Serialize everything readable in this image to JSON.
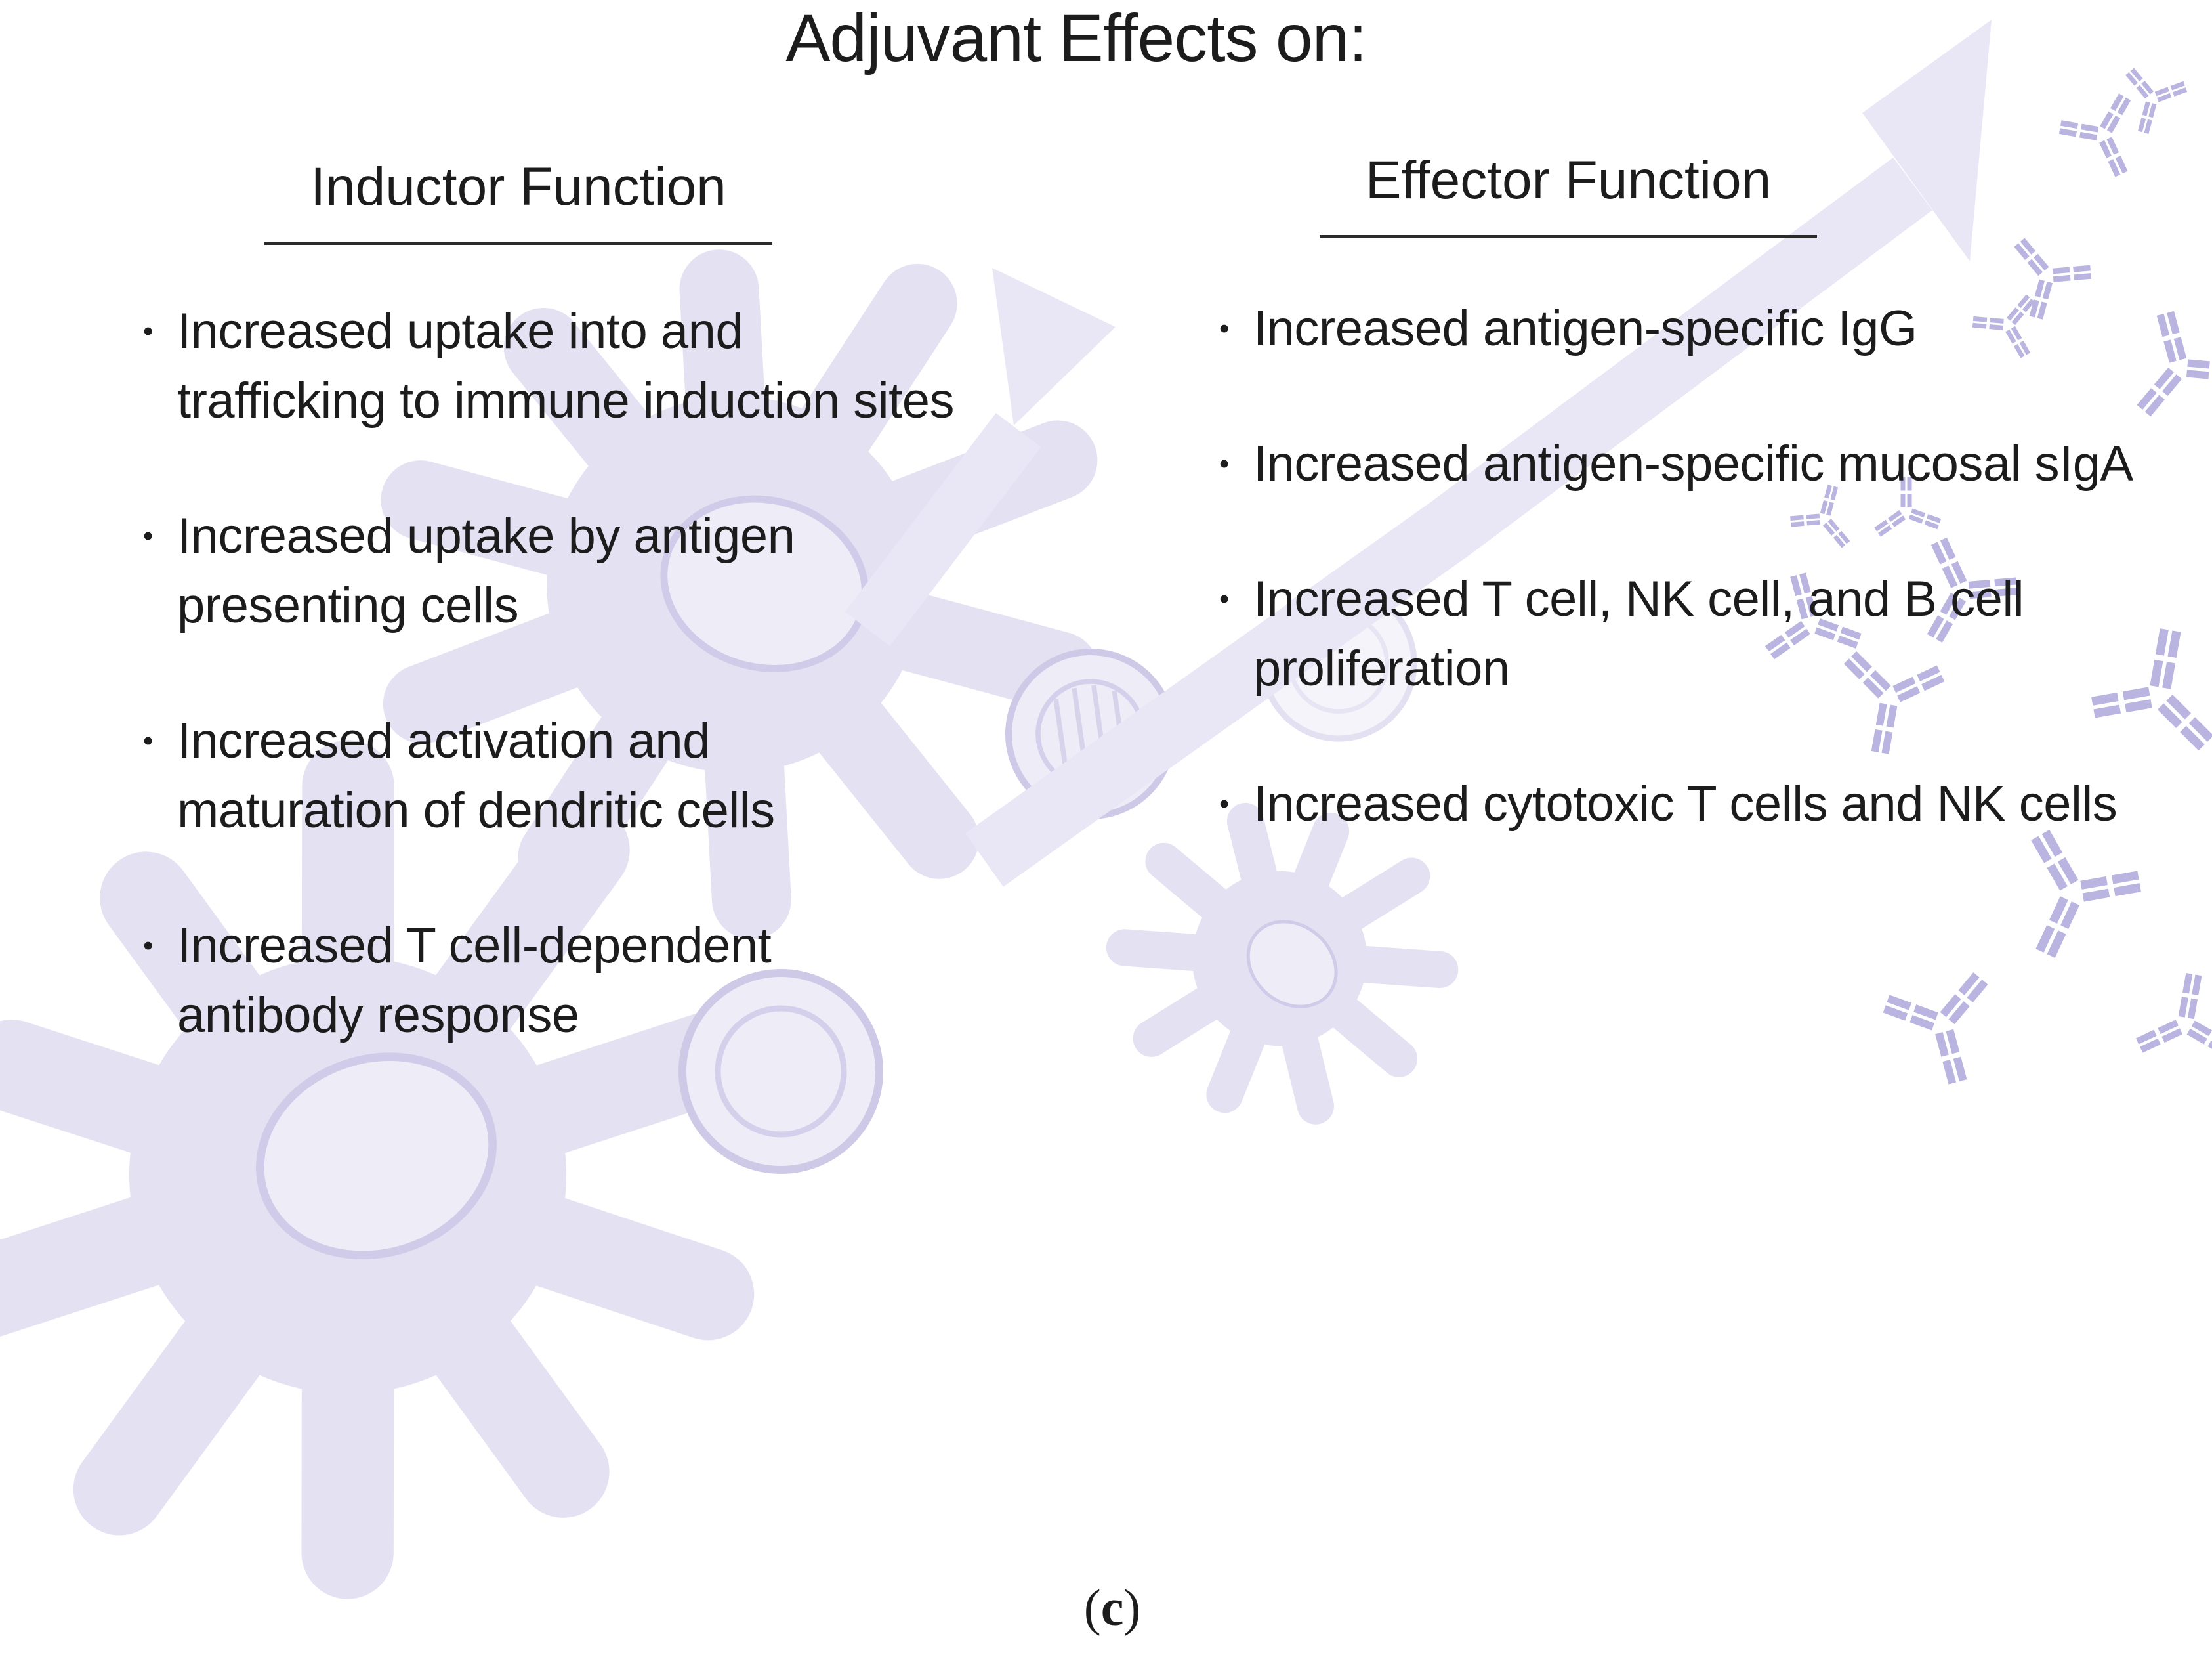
{
  "theme": {
    "background": "#ffffff",
    "text_color": "#1c1c1c",
    "cell_fill": "#e4e2f2",
    "cell_outline": "#cdc9e7",
    "nucleus_fill": "#efeef8",
    "antibody_color": "#b9b4e0",
    "arrow_fill": "#e9e7f5",
    "underline_color": "#2b2b2b"
  },
  "figure": {
    "title": "Adjuvant Effects on:",
    "bullet_marker": "•",
    "columns": [
      {
        "heading": "Inductor Function",
        "bullets": [
          "Increased uptake into and\ntrafficking to immune induction sites",
          "Increased uptake by antigen\npresenting cells",
          "Increased activation and\nmaturation of dendritic cells",
          "Increased T cell-dependent\nantibody response"
        ]
      },
      {
        "heading": "Effector Function",
        "bullets": [
          "Increased antigen-specific IgG",
          "Increased antigen-specific mucosal sIgA",
          "Increased T cell, NK cell, and B cell\nproliferation",
          "Increased cytotoxic T cells and NK cells"
        ]
      }
    ],
    "caption": {
      "open": "(",
      "letter": "c",
      "close": ")"
    },
    "background_illustrations": [
      "dendritic-cell",
      "round-cell",
      "antibody",
      "flow-arrow"
    ]
  }
}
